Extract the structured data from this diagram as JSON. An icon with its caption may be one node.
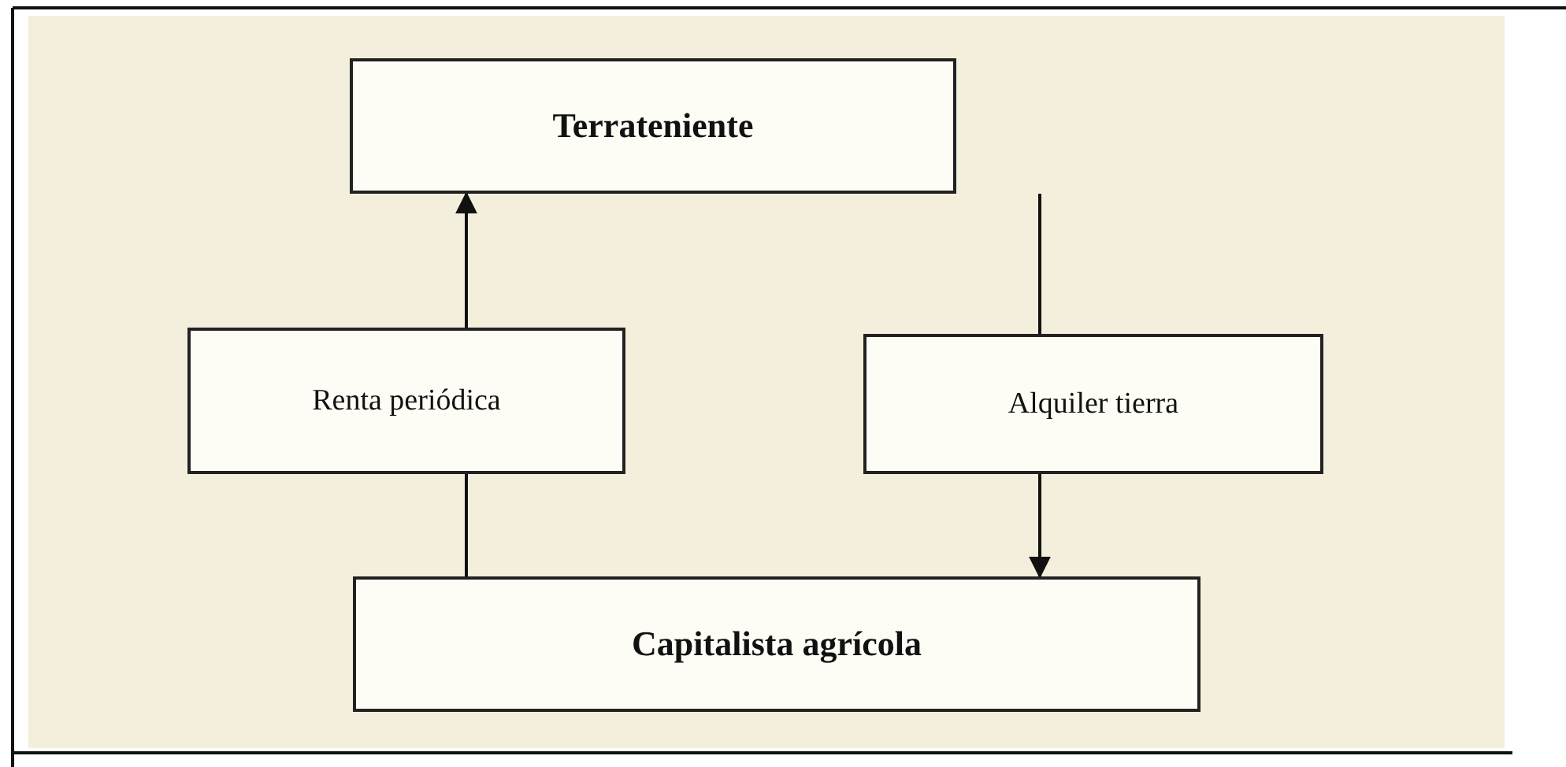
{
  "diagram": {
    "nodes": [
      {
        "text": [
          "Terrateniente"
        ]
      },
      {
        "text": [
          "Renta periódica"
        ]
      },
      {
        "text": [
          "Alquiler tierra"
        ]
      },
      {
        "text": [
          "Capitalista agrícola"
        ]
      }
    ],
    "edges": [
      {
        "from": 3,
        "to": 1,
        "arrow": "none"
      },
      {
        "from": 1,
        "to": 0,
        "arrow": "to"
      },
      {
        "from": 0,
        "to": 2,
        "arrow": "none"
      },
      {
        "from": 2,
        "to": 3,
        "arrow": "to"
      }
    ]
  }
}
